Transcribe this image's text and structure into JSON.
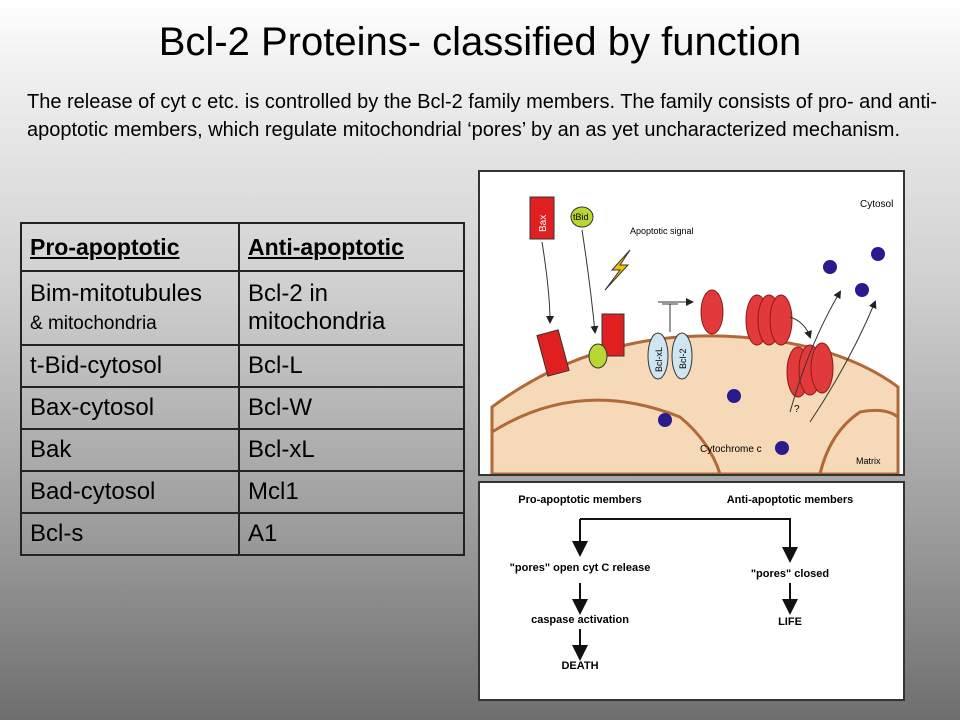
{
  "title": "Bcl-2 Proteins- classified by function",
  "intro": "The release of cyt c etc. is controlled by the Bcl-2 family members. The family consists of pro- and anti-apoptotic members, which regulate mitochondrial ‘pores’ by an as yet uncharacterized mechanism.",
  "table": {
    "headers": [
      "Pro-apoptotic",
      "Anti-apoptotic"
    ],
    "rows": [
      {
        "pro": "Bim-mitotubules",
        "pro_small": "& mitochondria",
        "anti": "Bcl-2 in mitochondria"
      },
      {
        "pro": "t-Bid-cytosol",
        "anti": "Bcl-L"
      },
      {
        "pro": "Bax-cytosol",
        "anti": "Bcl-W"
      },
      {
        "pro": "Bak",
        "anti": "Bcl-xL"
      },
      {
        "pro": "Bad-cytosol",
        "anti": "Mcl1"
      },
      {
        "pro": "Bcl-s",
        "anti": "A1"
      }
    ]
  },
  "mito_figure": {
    "bax": "Bax",
    "tbid": "tBid",
    "apoptotic_signal": "Apoptotic signal",
    "cytosol": "Cytosol",
    "bclxl": "Bcl-xL",
    "bcl2": "Bcl-2",
    "question": "?",
    "cytochrome": "Cytochrome c",
    "matrix": "Matrix"
  },
  "flow_figure": {
    "pro_members": "Pro-apoptotic members",
    "anti_members": "Anti-apoptotic members",
    "pores_open": "\"pores\" open cyt C release",
    "pores_closed": "\"pores\" closed",
    "caspase": "caspase activation",
    "life": "LIFE",
    "death": "DEATH"
  }
}
